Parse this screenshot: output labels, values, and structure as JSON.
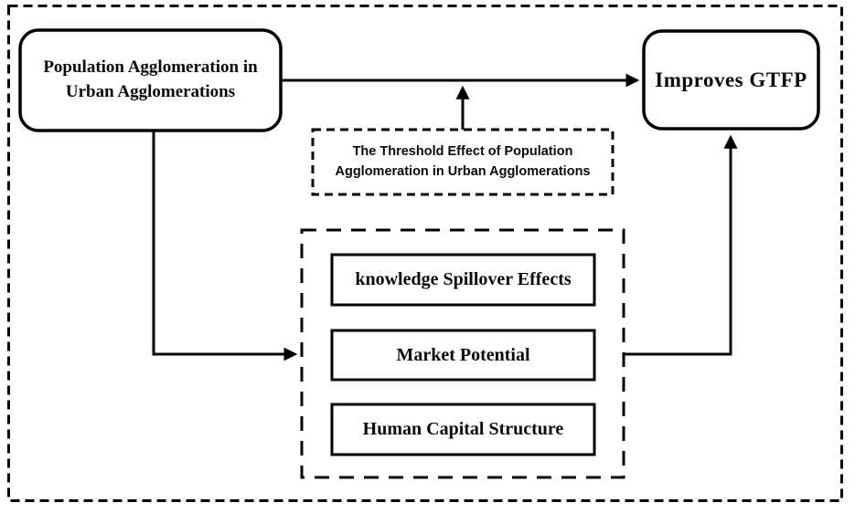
{
  "diagram": {
    "title_implicit": "Mechanism of population agglomeration effect on GTFP",
    "colors": {
      "line": "#000000",
      "text": "#0a0a0a",
      "background": "#ffffff"
    },
    "nodes": {
      "population_box": {
        "label": "Population Agglomeration in Urban Agglomerations"
      },
      "gtfp_box": {
        "label": "Improves GTFP"
      },
      "threshold_box": {
        "label": "The Threshold Effect of Population Agglomeration in Urban Agglomerations"
      },
      "mediators": [
        {
          "label": "knowledge Spillover Effects"
        },
        {
          "label": "Market Potential"
        },
        {
          "label": "Human Capital Structure"
        }
      ]
    },
    "edges": [
      {
        "from": "population_box",
        "to": "gtfp_box",
        "style": "solid-arrow"
      },
      {
        "from": "threshold_box",
        "to": "population_box-gtfp_box-arrow",
        "style": "solid-arrow"
      },
      {
        "from": "population_box",
        "to": "mediator_container",
        "style": "solid-arrow"
      },
      {
        "from": "mediator_container",
        "to": "gtfp_box",
        "style": "solid-arrow"
      }
    ]
  }
}
